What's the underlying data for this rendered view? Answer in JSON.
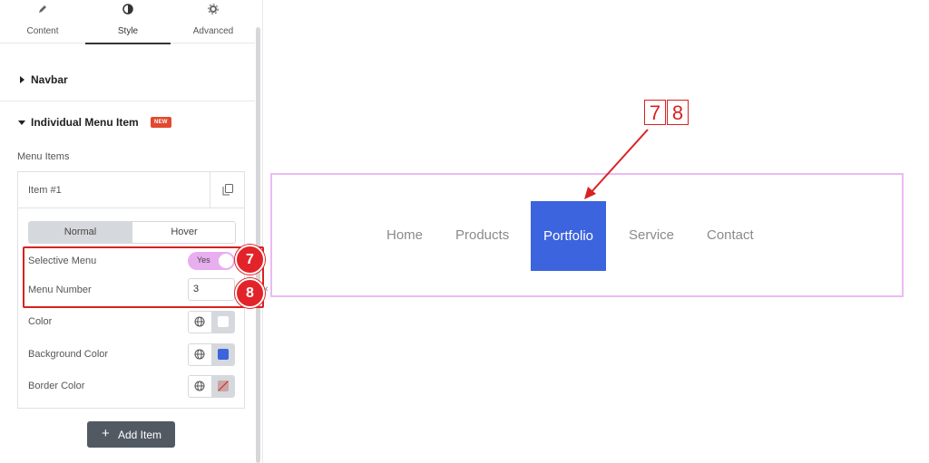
{
  "tabs": [
    {
      "label": "Content",
      "icon": "pencil-icon"
    },
    {
      "label": "Style",
      "icon": "half-circle-icon"
    },
    {
      "label": "Advanced",
      "icon": "gear-icon"
    }
  ],
  "sections": {
    "navbar": {
      "title": "Navbar"
    },
    "individual_menu_item": {
      "title": "Individual Menu Item",
      "badge": "NEW"
    }
  },
  "menu_items": {
    "label": "Menu Items",
    "item_label": "Item #1",
    "state_tabs": {
      "normal": "Normal",
      "hover": "Hover"
    },
    "selective_menu": {
      "label": "Selective Menu",
      "toggle_text": "Yes"
    },
    "menu_number": {
      "label": "Menu Number",
      "value": "3"
    },
    "color": {
      "label": "Color",
      "swatch": "#ffffff"
    },
    "background_color": {
      "label": "Background Color",
      "swatch": "#3c64de"
    },
    "border_color": {
      "label": "Border Color",
      "swatch": "none"
    },
    "add_item": "Add Item"
  },
  "annotations": {
    "marker_7": "7",
    "marker_8": "8",
    "callout_7": "7",
    "callout_8": "8"
  },
  "preview": {
    "nav_items": [
      "Home",
      "Products",
      "Portfolio",
      "Service",
      "Contact"
    ],
    "active_index": 2
  },
  "colors": {
    "accent": "#3c64de",
    "annotation_red": "#d92121",
    "toggle_on": "#e8aef0",
    "preview_border": "#ecbaf3"
  }
}
